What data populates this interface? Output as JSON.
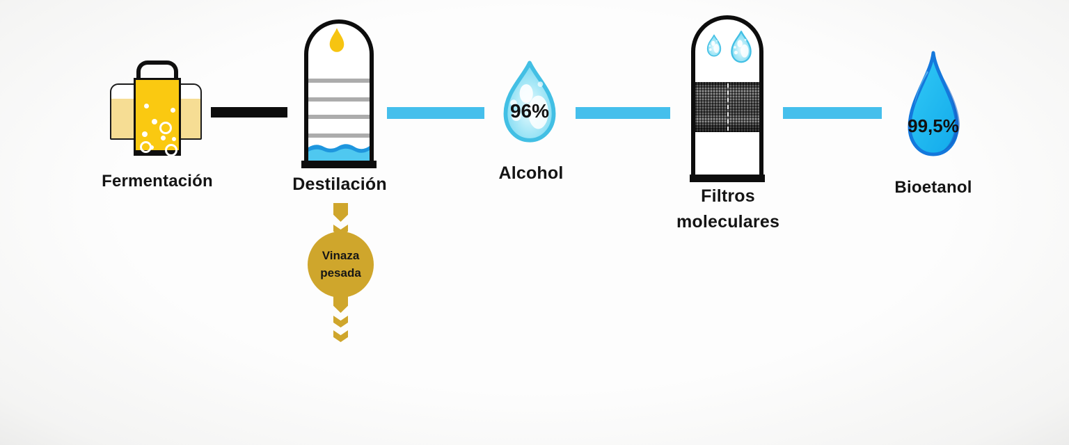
{
  "diagram": {
    "stages": {
      "fermentacion": {
        "label": "Fermentación"
      },
      "destilacion": {
        "label": "Destilación"
      },
      "alcohol": {
        "label": "Alcohol",
        "purity": "96%"
      },
      "filtros": {
        "label_line1": "Filtros",
        "label_line2": "moleculares"
      },
      "bioetanol": {
        "label": "Bioetanol",
        "purity": "99,5%"
      }
    },
    "byproduct": {
      "line1": "Vinaza",
      "line2": "pesada"
    }
  },
  "icons": {
    "fermentation": "fermentation-tank-icon",
    "distillation": "distillation-column-icon",
    "alcohol": "water-drop-icon",
    "filters": "molecular-filter-column-icon",
    "bioethanol": "blue-drop-icon",
    "vinasse": "down-chevron-arrow-icon"
  },
  "colors": {
    "text": "#141414",
    "connector_black": "#0d0d0d",
    "connector_blue": "#45BFEC",
    "tank_yellow": "#FAC911",
    "side_tank_yellow": "#F6DD94",
    "drop_yellow": "#F6C411",
    "tray_gray": "#ACACAC",
    "liquid_blue": "#4FC8F0",
    "wave_blue": "#1E96DE",
    "alcohol_drop_edge": "#42BFE4",
    "bioethanol_fill": "#29C5F3",
    "bioethanol_edge": "#1478DC",
    "vinasse_gold": "#CFA62C"
  }
}
